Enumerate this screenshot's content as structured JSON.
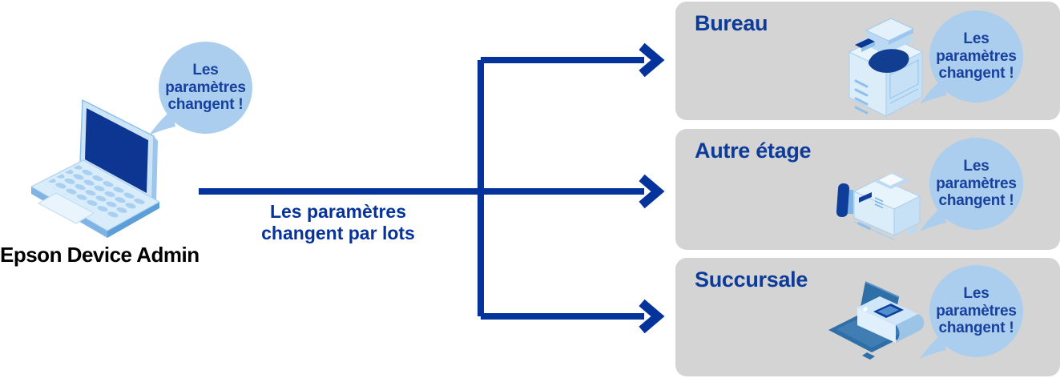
{
  "colors": {
    "navy": "#04339c",
    "title-blue": "#0c3b9a",
    "label-blue": "#05339b",
    "bubble-fill": "#abceee",
    "bubble-text": "#17409f",
    "card-gray": "#d4d4d4"
  },
  "source": {
    "label": "Epson Device Admin",
    "bubble_lines": [
      "Les",
      "paramètres",
      "changent !"
    ]
  },
  "connector": {
    "label_lines": [
      "Les paramètres",
      "changent par lots"
    ]
  },
  "destinations": [
    {
      "title": "Bureau",
      "device": "copier-icon",
      "bubble_lines": [
        "Les",
        "paramètres",
        "changent !"
      ]
    },
    {
      "title": "Autre étage",
      "device": "mfp-printer-icon",
      "bubble_lines": [
        "Les",
        "paramètres",
        "changent !"
      ]
    },
    {
      "title": "Succursale",
      "device": "scanner-icon",
      "bubble_lines": [
        "Les",
        "paramètres",
        "changent !"
      ]
    }
  ]
}
